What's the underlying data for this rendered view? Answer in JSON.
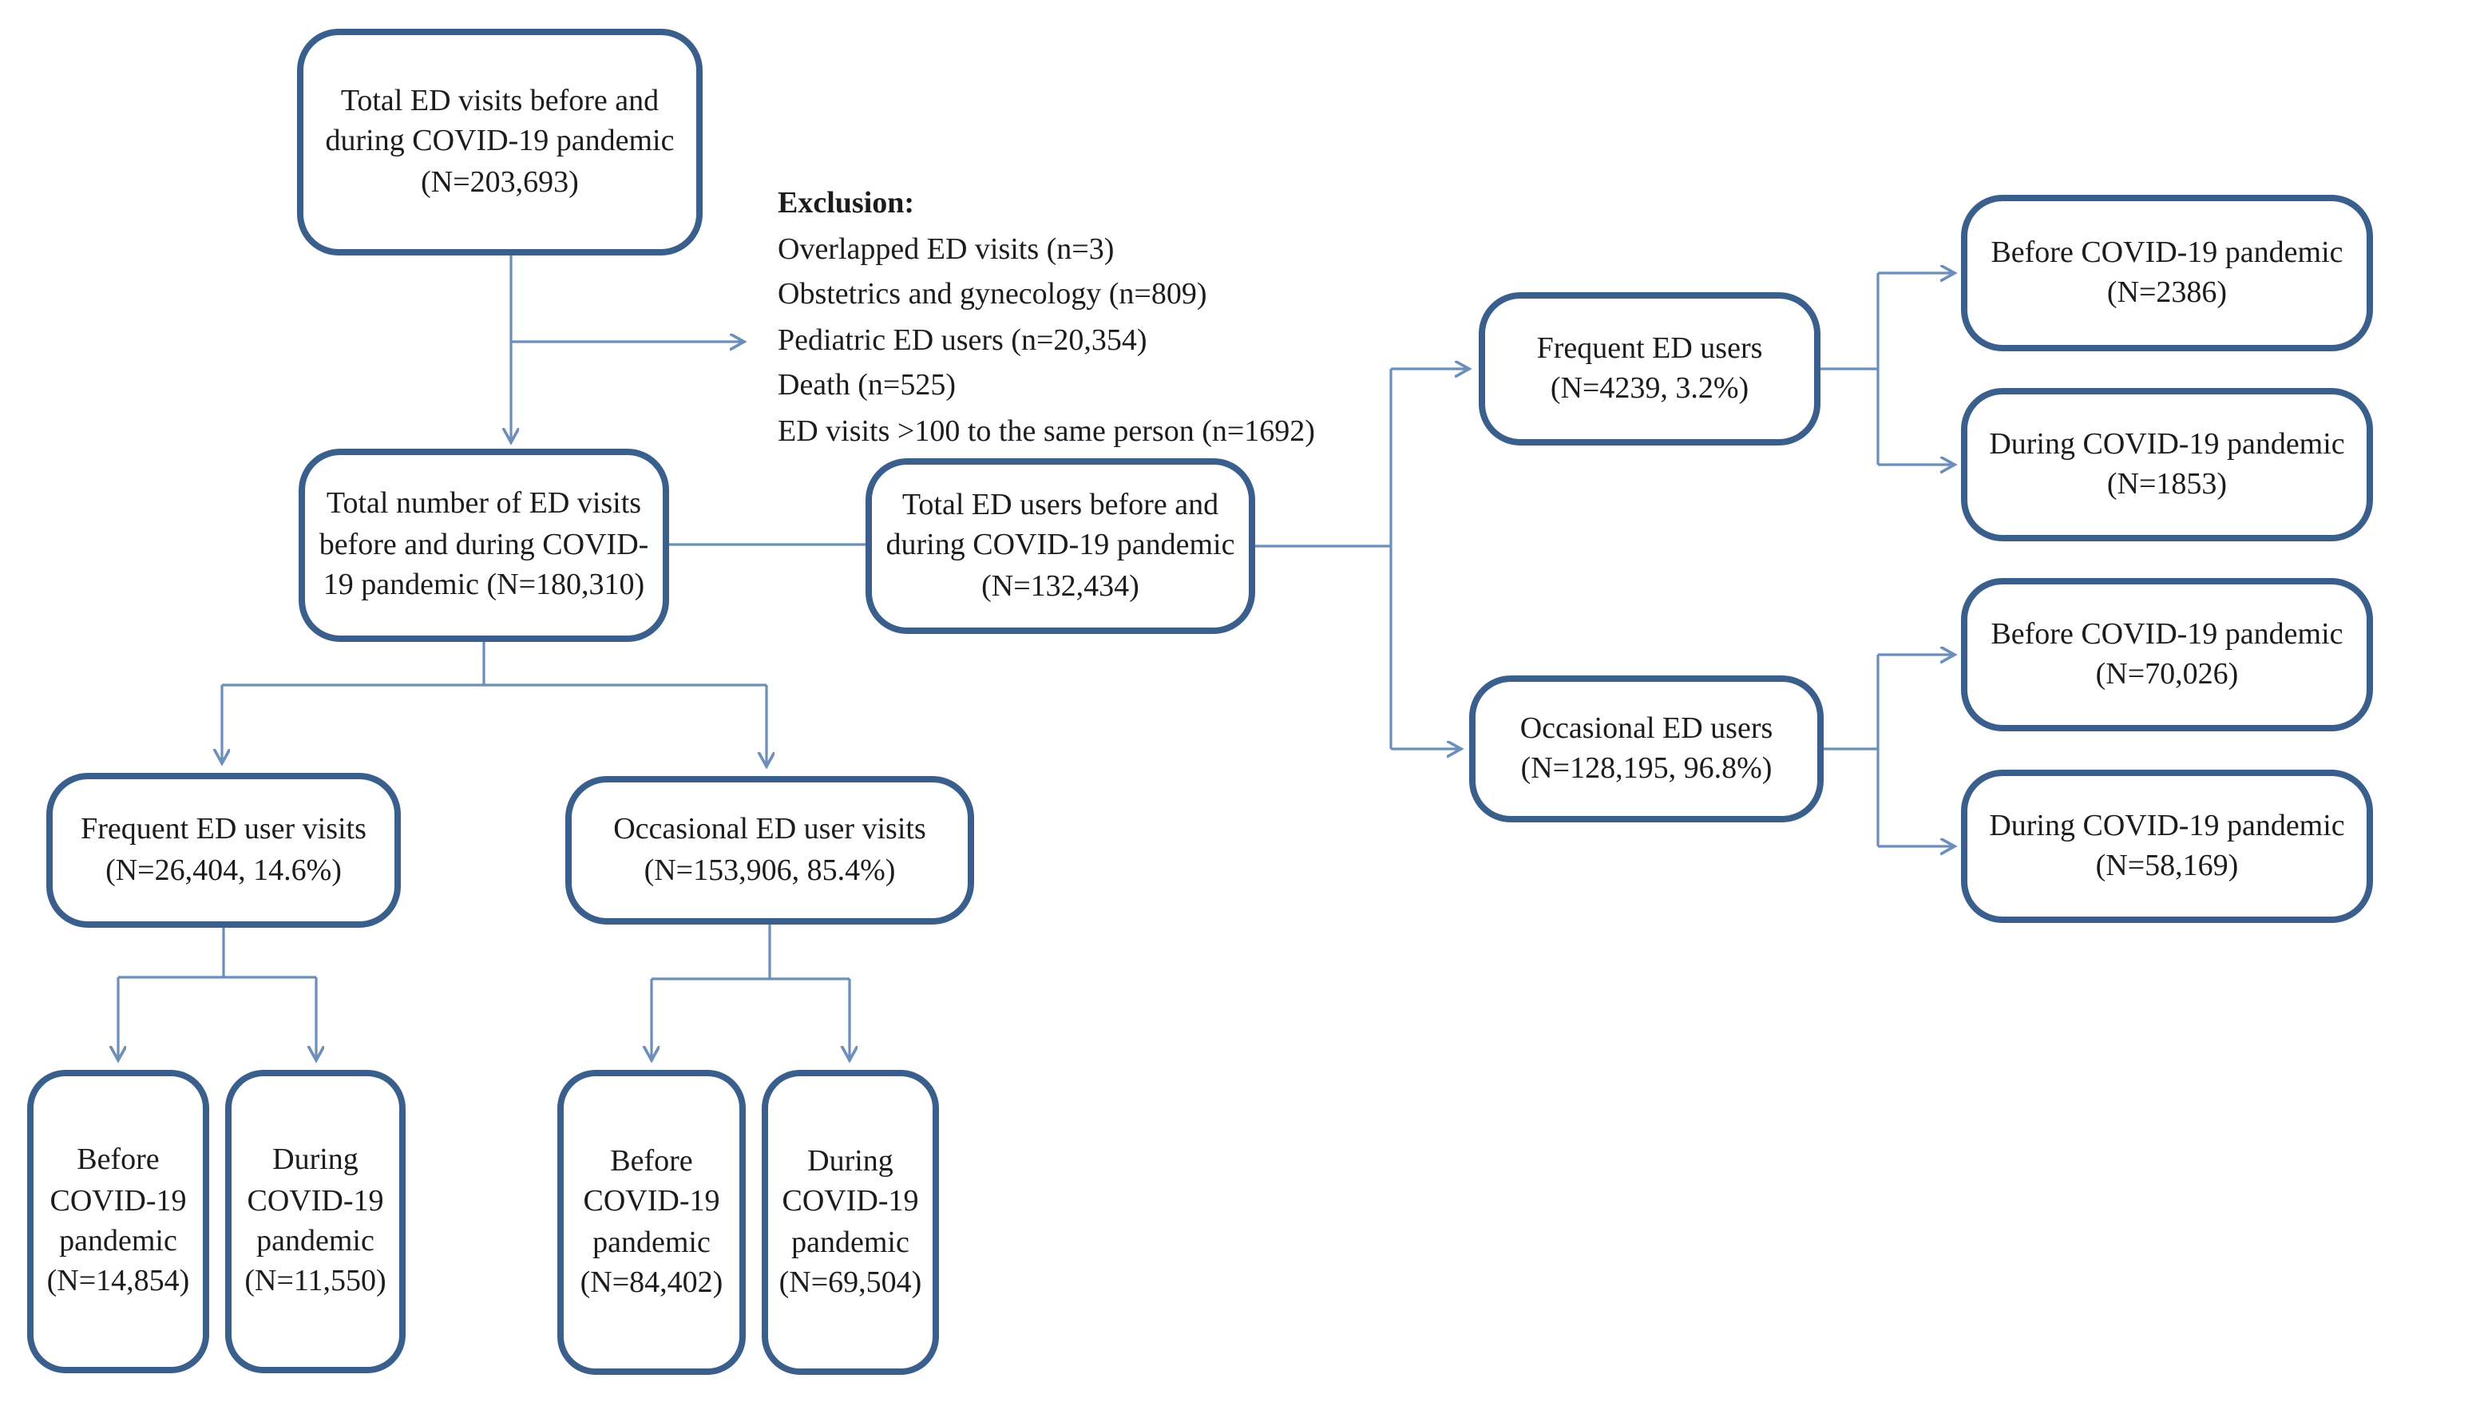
{
  "colors": {
    "box_border": "#3a5f8d",
    "connector": "#6b8fba",
    "text": "#1c1c1c",
    "background": "#ffffff"
  },
  "nodes": {
    "total_ed_visits": "Total ED visits before and during COVID-19 pandemic (N=203,693)",
    "total_ed_visits_included": "Total number of ED visits before and during COVID-19 pandemic (N=180,310)",
    "total_ed_users": "Total ED users before and during COVID-19 pandemic (N=132,434)",
    "frequent_ed_users": "Frequent ED users (N=4239, 3.2%)",
    "occasional_ed_users": "Occasional ED users (N=128,195, 96.8%)",
    "frequent_users_before": "Before COVID-19 pandemic (N=2386)",
    "frequent_users_during": "During COVID-19 pandemic (N=1853)",
    "occasional_users_before": "Before COVID-19 pandemic (N=70,026)",
    "occasional_users_during": "During COVID-19 pandemic (N=58,169)",
    "frequent_ed_user_visits": "Frequent ED user visits (N=26,404, 14.6%)",
    "occasional_ed_user_visits": "Occasional ED user visits (N=153,906, 85.4%)",
    "frequent_visits_before": "Before COVID-19 pandemic (N=14,854)",
    "frequent_visits_during": "During COVID-19 pandemic (N=11,550)",
    "occasional_visits_before": "Before COVID-19 pandemic (N=84,402)",
    "occasional_visits_during": "During COVID-19 pandemic (N=69,504)"
  },
  "exclusion": {
    "heading": "Exclusion:",
    "items": [
      "Overlapped ED visits (n=3)",
      "Obstetrics and gynecology (n=809)",
      "Pediatric ED users (n=20,354)",
      "Death (n=525)",
      "ED visits >100 to the same person (n=1692)"
    ]
  }
}
